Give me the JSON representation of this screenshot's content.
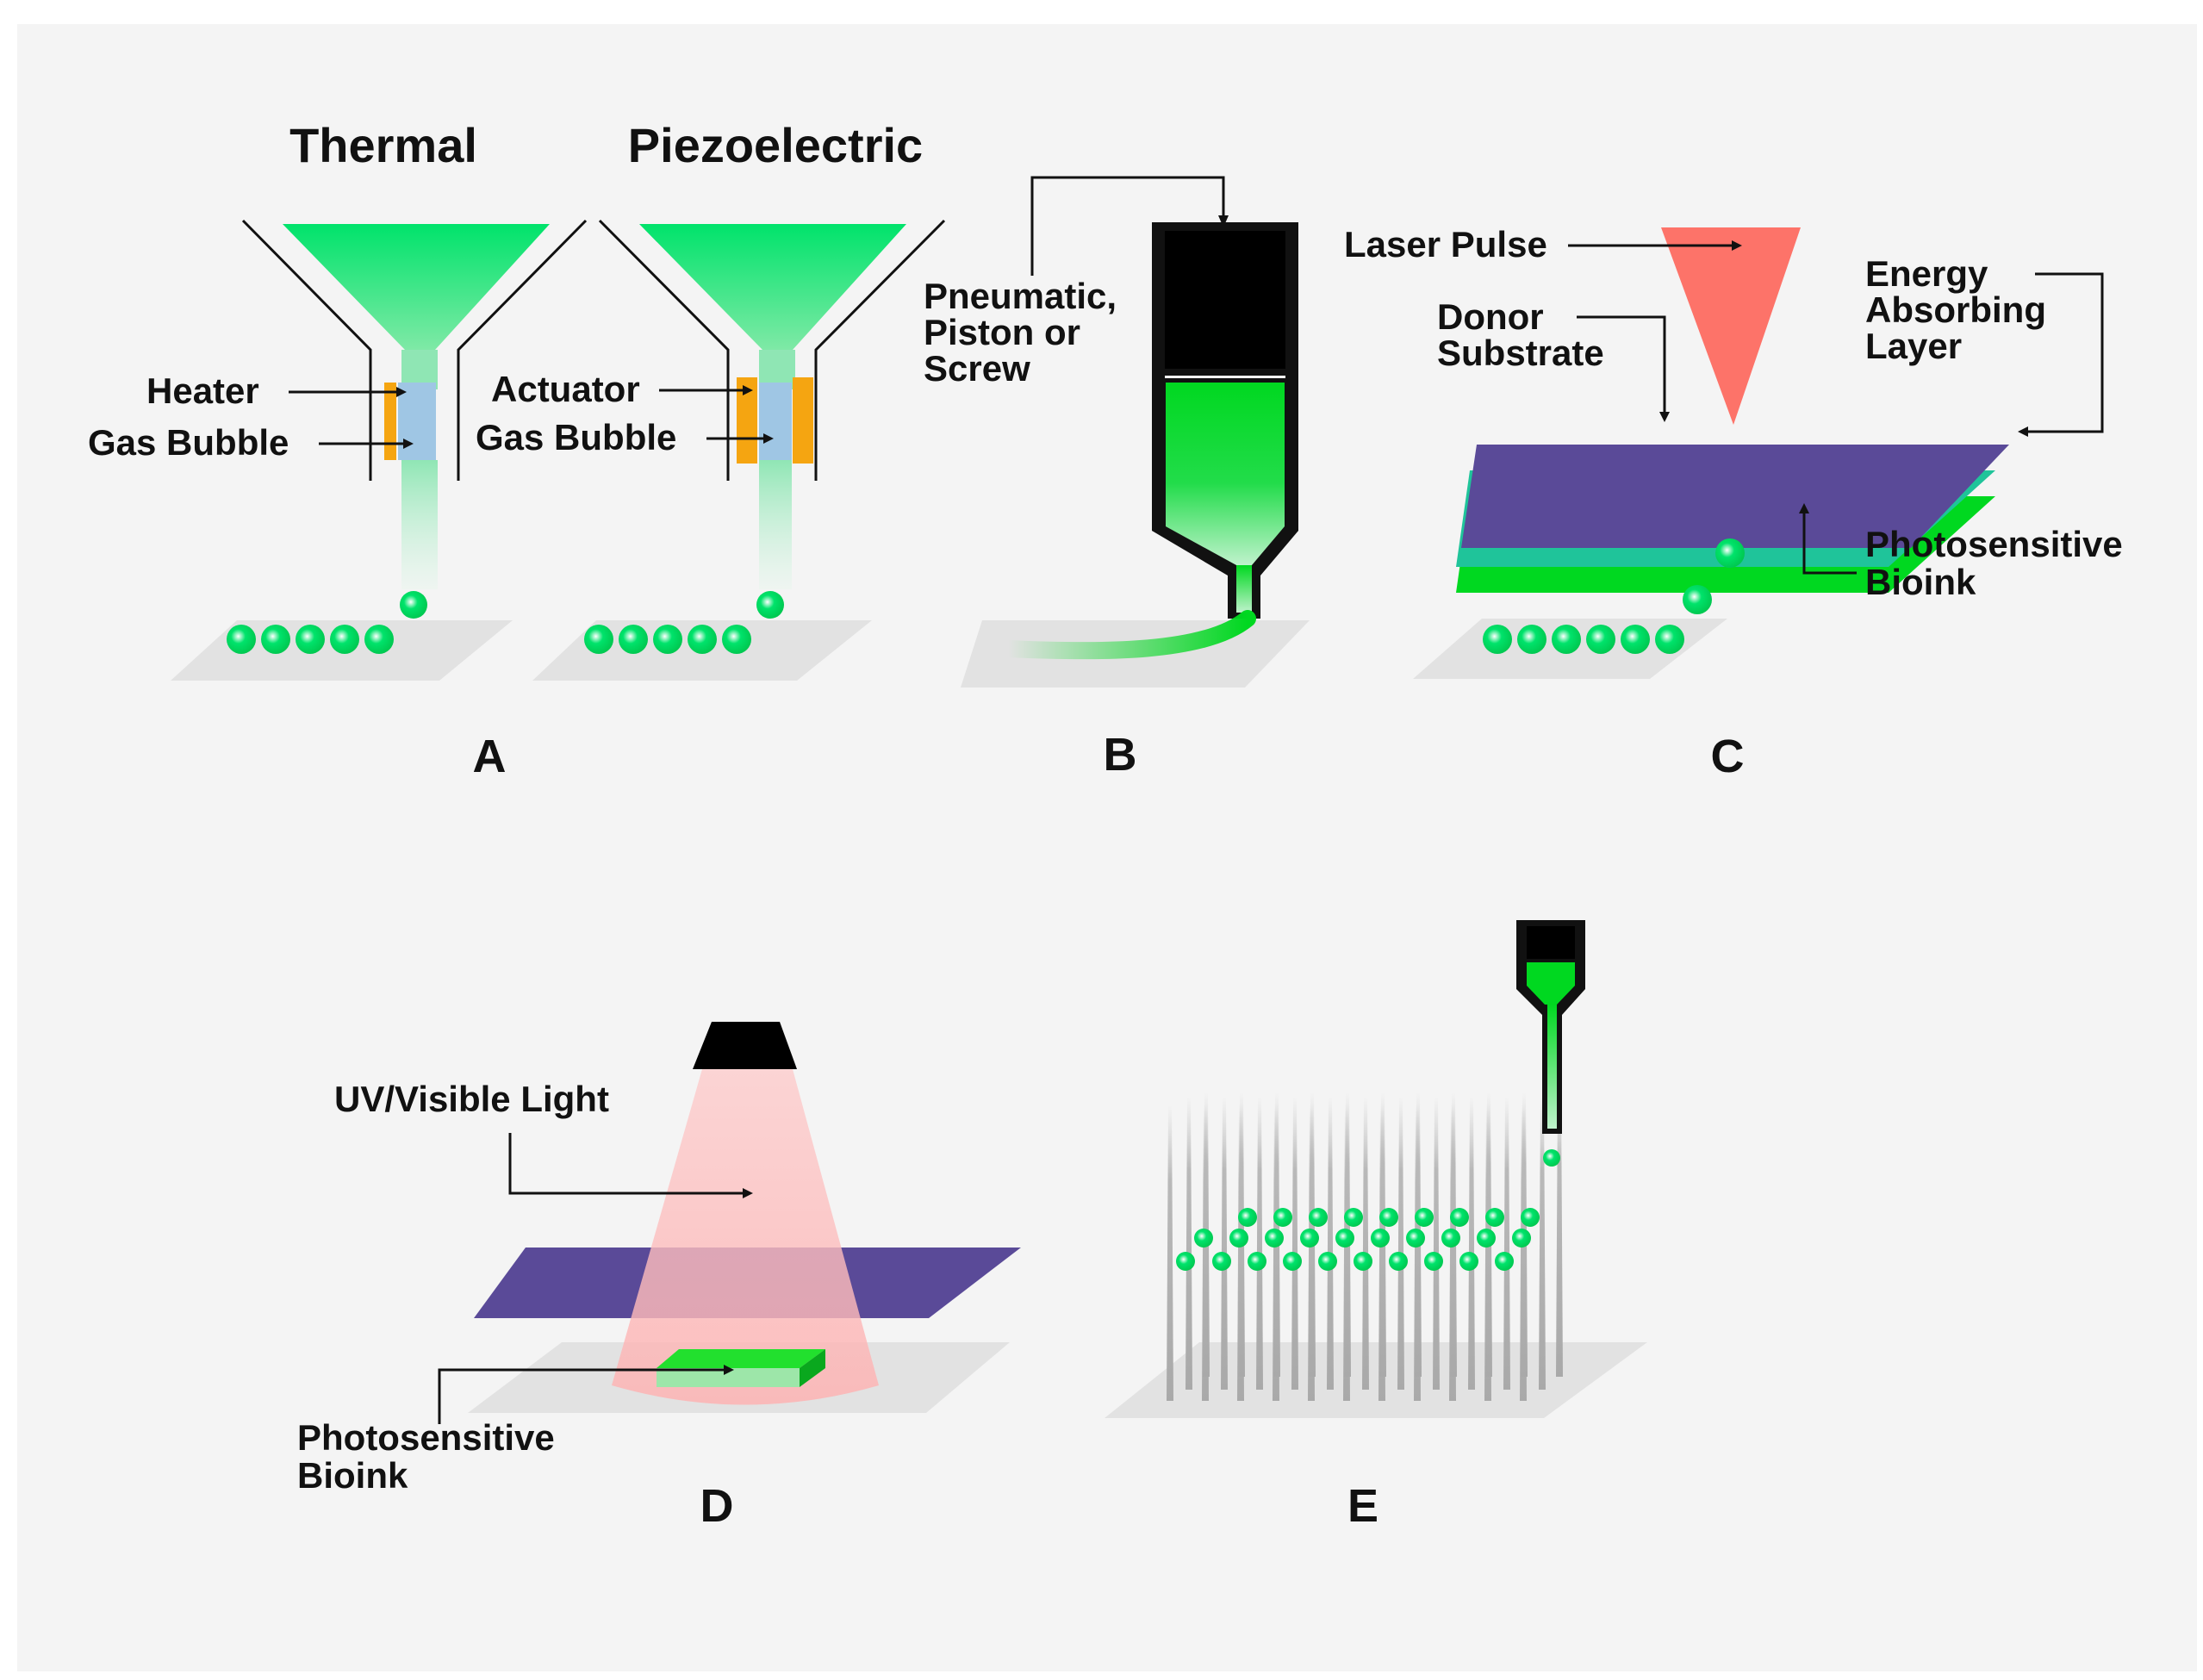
{
  "panels": {
    "a": {
      "letter": "A",
      "thermal": {
        "title": "Thermal",
        "heater": "Heater",
        "gas_bubble": "Gas Bubble"
      },
      "piezo": {
        "title": "Piezoelectric",
        "actuator": "Actuator",
        "gas_bubble": "Gas Bubble"
      }
    },
    "b": {
      "letter": "B",
      "driver_l1": "Pneumatic,",
      "driver_l2": "Piston or",
      "driver_l3": "Screw"
    },
    "c": {
      "letter": "C",
      "laser": "Laser Pulse",
      "donor_l1": "Donor",
      "donor_l2": "Substrate",
      "energy_l1": "Energy",
      "energy_l2": "Absorbing",
      "energy_l3": "Layer",
      "bioink_l1": "Photosensitive",
      "bioink_l2": "Bioink"
    },
    "d": {
      "letter": "D",
      "light": "UV/Visible Light",
      "bioink_l1": "Photosensitive",
      "bioink_l2": "Bioink"
    },
    "e": {
      "letter": "E"
    }
  },
  "colors": {
    "ink_green": "#00e36b",
    "bright_green": "#00d820",
    "heater_orange": "#f5a511",
    "bubble_blue": "#9fc6e4",
    "laser_red": "#fd7369",
    "donor_purple": "#5a4a98",
    "teal": "#1fc49a",
    "light_pink": "#fdc9c9",
    "substrate_gray": "#e2e2e2"
  }
}
